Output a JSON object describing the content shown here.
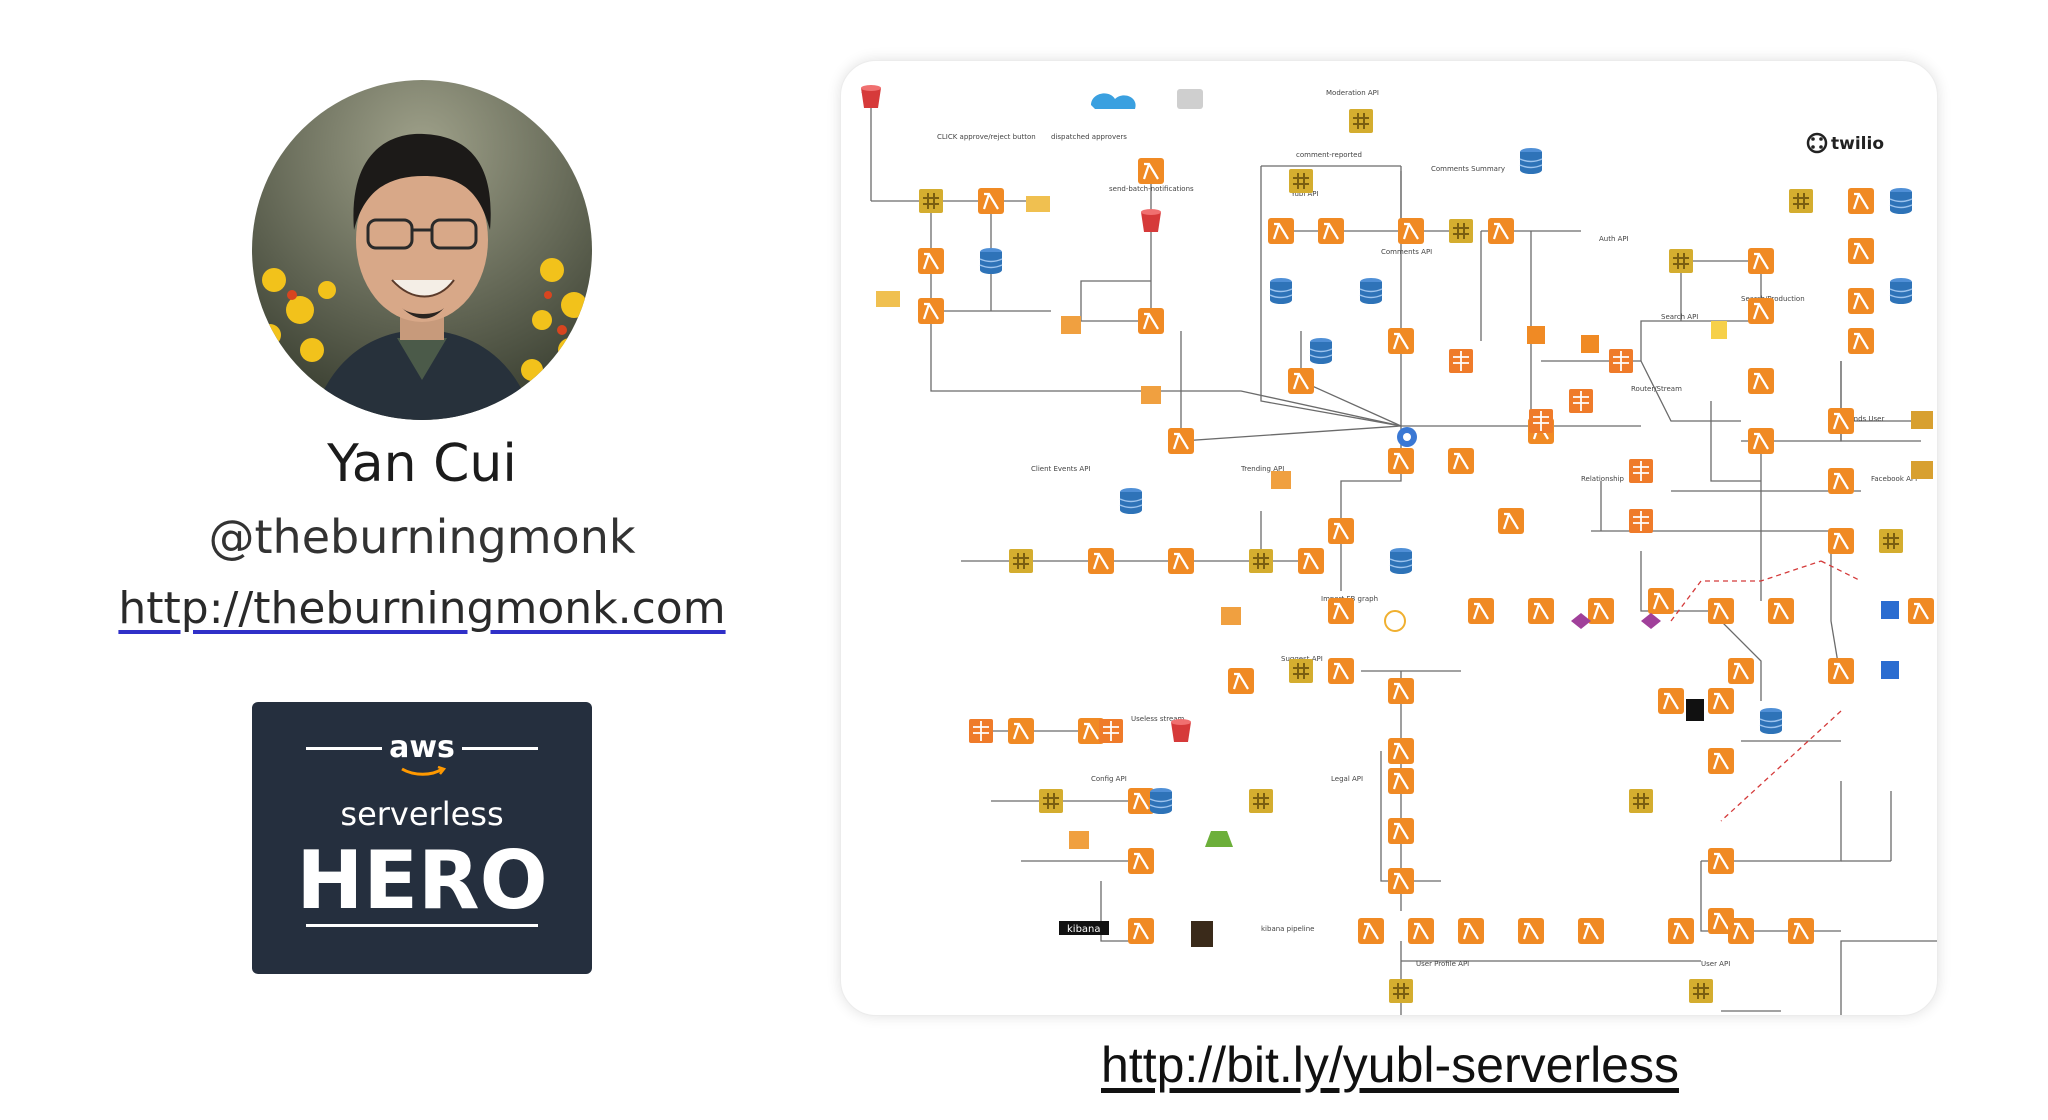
{
  "speaker": {
    "name": "Yan Cui",
    "handle": "@theburningmonk",
    "website": "http://theburningmonk.com"
  },
  "badge": {
    "aws": "aws",
    "line1": "serverless",
    "line2": "HERO"
  },
  "diagram": {
    "link": "http://bit.ly/yubl-serverless",
    "legible_labels": {
      "twilio": "twilio",
      "kibana": "kibana"
    }
  },
  "colors": {
    "lambda": "#f08a24",
    "api_gateway": "#c9a227",
    "dynamodb": "#2e73b8",
    "badge_bg": "#252f3e",
    "edges": "#6b6b6b"
  }
}
